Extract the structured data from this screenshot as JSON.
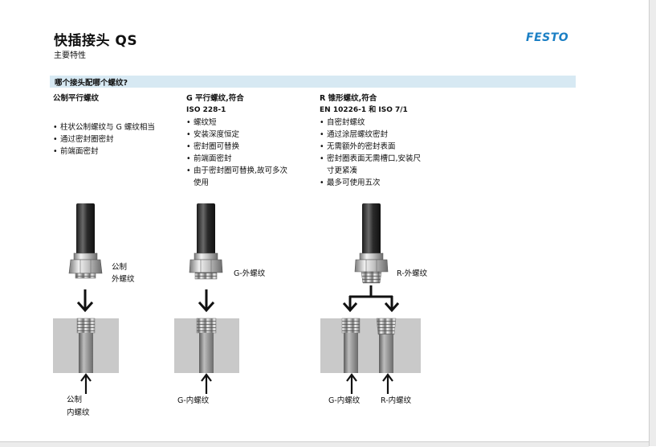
{
  "header": {
    "title": "快插接头 QS",
    "subtitle": "主要特性",
    "logo": "FESTO"
  },
  "band": {
    "text": "哪个接头配哪个螺纹?"
  },
  "columns": {
    "metric": {
      "heading": "公制平行螺纹",
      "bullets": [
        "柱状公制螺纹与 G 螺纹相当",
        "通过密封圈密封",
        "前端面密封"
      ],
      "upper_label_1": "公制",
      "upper_label_2": "外螺纹",
      "lower_label_1": "公制",
      "lower_label_2": "内螺纹"
    },
    "g_thread": {
      "heading": "G 平行螺纹,符合",
      "standard": "ISO 228-1",
      "bullets": [
        "螺纹短",
        "安装深度恒定",
        "密封圈可替换",
        "前端面密封",
        "由于密封圈可替换,故可多次",
        "使用"
      ],
      "upper_label": "G-外螺纹",
      "lower_label": "G-内螺纹"
    },
    "r_thread": {
      "heading": "R 锥形螺纹,符合",
      "standard": "EN 10226-1 和 ISO 7/1",
      "bullets": [
        "自密封螺纹",
        "通过涂层螺纹密封",
        "无需额外的密封表面",
        "密封圈表面无需槽口,安装尺",
        "寸更紧凑",
        "最多可使用五次"
      ],
      "upper_label": "R-外螺纹",
      "lower_label_g": "G-内螺纹",
      "lower_label_r": "R-内螺纹"
    }
  },
  "icons": {
    "arrow": "down-arrow-icon",
    "up_arrow": "up-arrow-icon",
    "fork": "fork-arrow-icon"
  },
  "colors": {
    "band": "#d7e9f3",
    "logo": "#1b7fc4",
    "block": "#c9c9c9"
  }
}
